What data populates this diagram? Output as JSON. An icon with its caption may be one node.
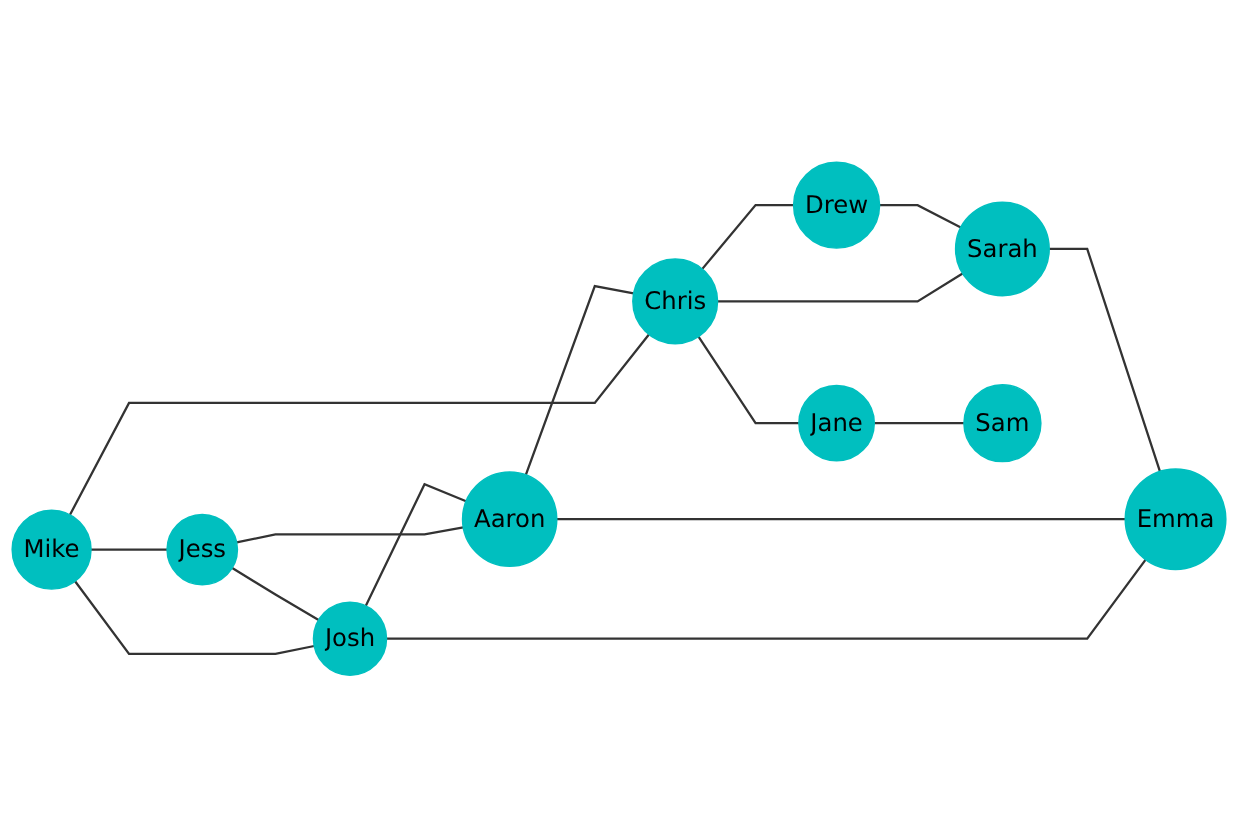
{
  "diagram": {
    "nodes": [
      {
        "text": [
          "Drew"
        ]
      },
      {
        "text": [
          "Mike"
        ]
      },
      {
        "text": [
          "Chris"
        ]
      },
      {
        "text": [
          "Sarah"
        ]
      },
      {
        "text": [
          "Jess"
        ]
      },
      {
        "text": [
          "Aaron"
        ]
      },
      {
        "text": [
          "Jane"
        ]
      },
      {
        "text": [
          "Josh"
        ]
      },
      {
        "text": [
          "Emma"
        ]
      },
      {
        "text": [
          "Sam"
        ]
      }
    ],
    "edges": [
      {
        "from": 1,
        "to": 2,
        "arrow": "none"
      },
      {
        "from": 1,
        "to": 4,
        "arrow": "none"
      },
      {
        "from": 1,
        "to": 7,
        "arrow": "none"
      },
      {
        "from": 4,
        "to": 7,
        "arrow": "none"
      },
      {
        "from": 4,
        "to": 5,
        "arrow": "none"
      },
      {
        "from": 7,
        "to": 5,
        "arrow": "none"
      },
      {
        "from": 7,
        "to": 8,
        "arrow": "none"
      },
      {
        "from": 5,
        "to": 8,
        "arrow": "none"
      },
      {
        "from": 5,
        "to": 2,
        "arrow": "none"
      },
      {
        "from": 2,
        "to": 0,
        "arrow": "none"
      },
      {
        "from": 2,
        "to": 3,
        "arrow": "none"
      },
      {
        "from": 0,
        "to": 3,
        "arrow": "none"
      },
      {
        "from": 2,
        "to": 6,
        "arrow": "none"
      },
      {
        "from": 3,
        "to": 8,
        "arrow": "none"
      },
      {
        "from": 6,
        "to": 9,
        "arrow": "none"
      }
    ]
  }
}
